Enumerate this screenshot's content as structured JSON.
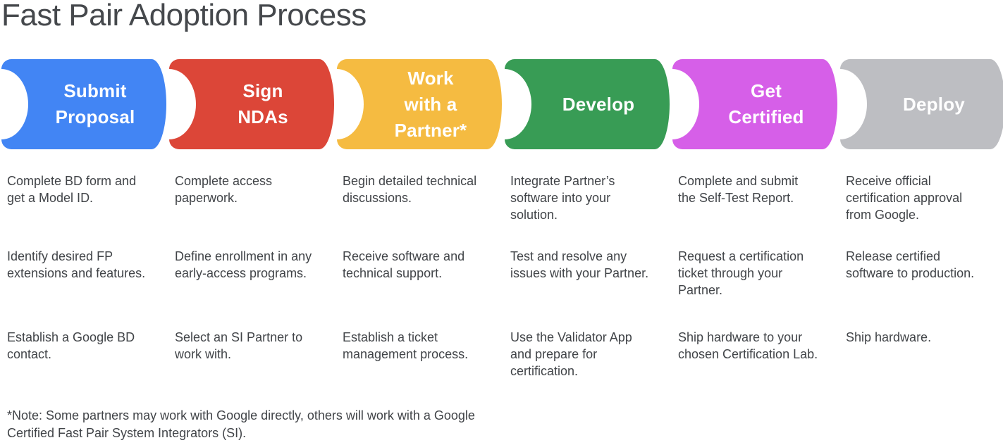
{
  "title": "Fast Pair Adoption Process",
  "stages": [
    {
      "label": "Submit\nProposal",
      "color": "#4285F4",
      "items": [
        "Complete BD form and get a Model ID.",
        "Identify desired FP extensions and features.",
        "Establish a Google BD contact."
      ]
    },
    {
      "label": "Sign\nNDAs",
      "color": "#DC4638",
      "items": [
        "Complete access paperwork.",
        "Define enrollment in any early-access programs.",
        "Select an SI Partner to work with."
      ]
    },
    {
      "label": "Work\nwith a\nPartner*",
      "color": "#F5BB41",
      "items": [
        "Begin detailed technical discussions.",
        "Receive software and technical support.",
        "Establish a ticket management process."
      ]
    },
    {
      "label": "Develop",
      "color": "#389C55",
      "items": [
        "Integrate Partner’s software into your solution.",
        "Test and resolve any issues with your Partner.",
        "Use the Validator App and prepare for certification."
      ]
    },
    {
      "label": "Get\nCertified",
      "color": "#D65FE8",
      "items": [
        "Complete and submit the Self-Test Report.",
        "Request a certification ticket through your Partner.",
        "Ship hardware to your chosen Certification Lab."
      ]
    },
    {
      "label": "Deploy",
      "color": "#BDBEC2",
      "items": [
        "Receive official certification approval from Google.",
        "Release certified software to production.",
        "Ship hardware."
      ]
    }
  ],
  "note": "*Note: Some partners may work with Google directly, others will work with a Google Certified Fast Pair System Integrators (SI)."
}
